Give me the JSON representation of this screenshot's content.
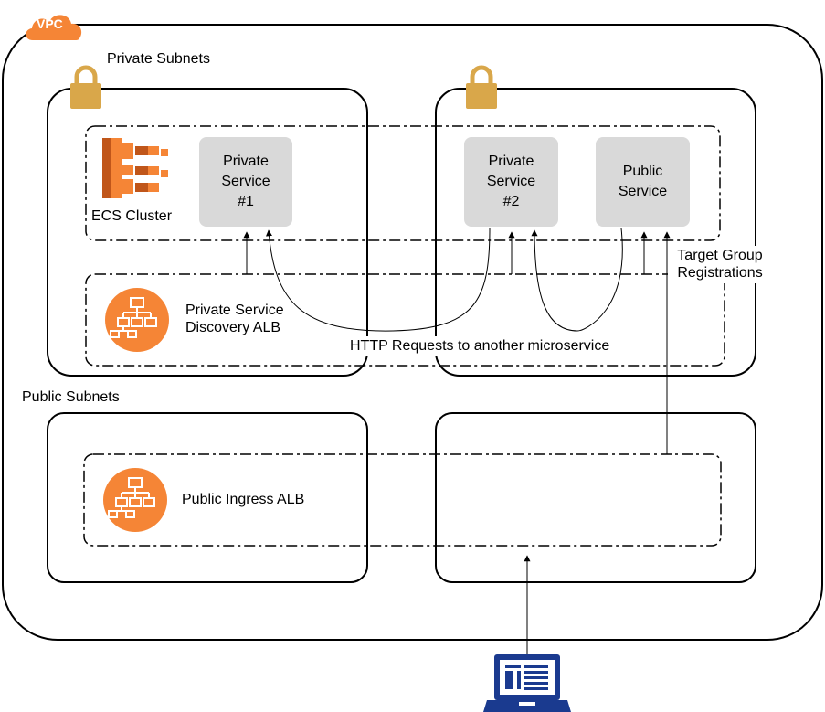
{
  "vpc": {
    "label": "VPC",
    "cloud_color": "#f58536"
  },
  "private_subnets": {
    "label": "Private Subnets",
    "lock_color": "#d9a74a"
  },
  "public_subnets": {
    "label": "Public Subnets"
  },
  "ecs_cluster": {
    "label": "ECS Cluster",
    "icon": "ecs-cluster-icon",
    "color": "#f58536"
  },
  "services": {
    "private_service_1": "Private\nService\n#1",
    "private_service_2": "Private\nService\n#2",
    "public_service": "Public\nService"
  },
  "private_alb": {
    "label_line1": "Private Service",
    "label_line2": "Discovery ALB",
    "icon": "load-balancer-icon"
  },
  "public_alb": {
    "label": "Public Ingress ALB",
    "icon": "load-balancer-icon"
  },
  "annotations": {
    "http_requests": "HTTP Requests to another microservice",
    "target_group_line1": "Target Group",
    "target_group_line2": "Registrations"
  },
  "client": {
    "icon": "laptop-icon",
    "color": "#1a3a8f"
  },
  "colors": {
    "service_box": "#d9d9d9",
    "stroke": "#000000"
  }
}
